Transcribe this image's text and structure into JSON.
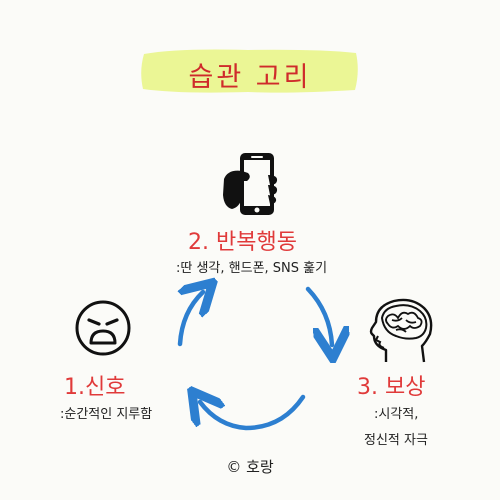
{
  "title": "습관 고리",
  "steps": {
    "cue": {
      "label": "1.신호",
      "description": ":순간적인 지루함"
    },
    "routine": {
      "label": "2. 반복행동",
      "description": ":딴 생각, 핸드폰, SNS 훑기"
    },
    "reward": {
      "label": "3. 보상",
      "description_line1": ":시각적,",
      "description_line2": "정신적 자극"
    }
  },
  "credit": "© 호랑",
  "colors": {
    "title_highlight": "#e9f58a",
    "title_text": "#cf2b2b",
    "step_label": "#e03a3a",
    "arrow": "#2d7fd0"
  },
  "icons": [
    "phone-in-hand-icon",
    "brain-head-icon",
    "sad-face-icon",
    "cycle-arrow-icon"
  ]
}
